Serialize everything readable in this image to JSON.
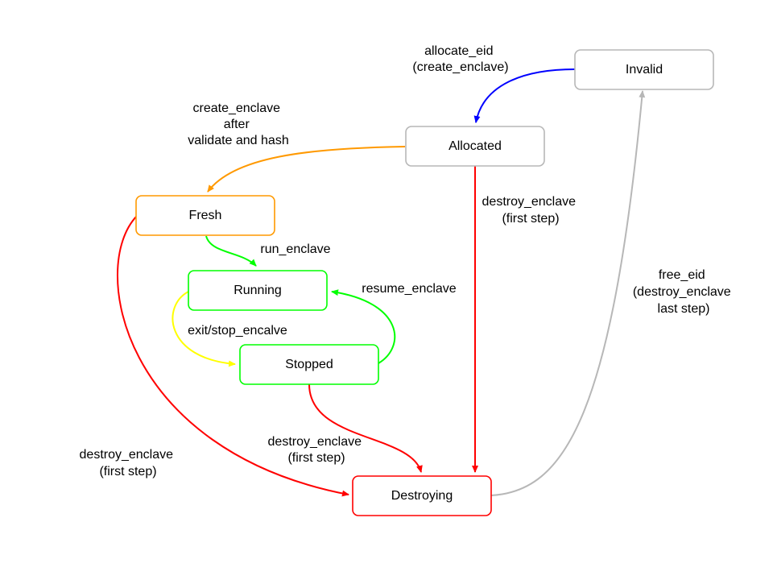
{
  "colors": {
    "gray": "#b7b7b7",
    "blue": "#0000ff",
    "orange": "#ff9900",
    "green": "#00ff00",
    "yellow": "#ffff00",
    "red": "#ff0000",
    "text": "#000000"
  },
  "states": {
    "invalid": "Invalid",
    "allocated": "Allocated",
    "fresh": "Fresh",
    "running": "Running",
    "stopped": "Stopped",
    "destroying": "Destroying"
  },
  "transitions": {
    "allocate_eid": [
      "allocate_eid",
      "(create_enclave)"
    ],
    "create_enclave": [
      "create_enclave",
      "after",
      "validate and hash"
    ],
    "destroy_from_allocated": [
      "destroy_enclave",
      "(first step)"
    ],
    "run_enclave": [
      "run_enclave"
    ],
    "resume_enclave": [
      "resume_enclave"
    ],
    "exit_stop": [
      "exit/stop_encalve"
    ],
    "free_eid": [
      "free_eid",
      "(destroy_enclave",
      "last step)"
    ],
    "destroy_from_stopped": [
      "destroy_enclave",
      "(first step)"
    ],
    "destroy_from_fresh": [
      "destroy_enclave",
      "(first step)"
    ]
  }
}
